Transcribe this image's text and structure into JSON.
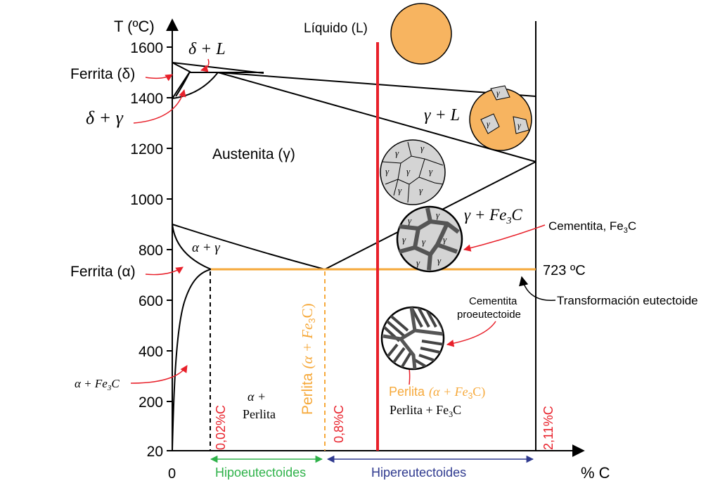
{
  "axes": {
    "y_label": "T (ºC)",
    "x_label": "% C",
    "x_origin": "0",
    "y_ticks": [
      "1600",
      "1400",
      "1200",
      "1000",
      "800",
      "600",
      "400",
      "200",
      "20"
    ]
  },
  "phase_labels": {
    "liquido": "Líquido (L)",
    "delta_l": "δ + L",
    "ferrita_delta": "Ferrita (δ)",
    "delta_gamma": "δ + γ",
    "gamma_l": "γ + L",
    "austenita": "Austenita (γ)",
    "gamma_fe3c": "γ + Fe",
    "alpha_gamma": "α + γ",
    "ferrita_alpha": "Ferrita (α)",
    "alpha_fe3c": "α + Fe",
    "alpha_perlita_1": "α +",
    "alpha_perlita_2": "Perlita",
    "perlita_vertical": "Perlita",
    "perlita_vertical_sub": "(α + Fe",
    "perlita_fe3c": "Perlita + Fe",
    "perlita_micro": "Perlita",
    "perlita_micro_sub": "(α + Fe",
    "sub3": "3",
    "c_close": "C)",
    "c_only": "C"
  },
  "annotations": {
    "cementita": "Cementita, Fe",
    "cementita_pro_1": "Cementita",
    "cementita_pro_2": "proeutectoide",
    "eutectoid_temp": "723 ºC",
    "transformacion": "Transformación eutectoide"
  },
  "compositions": {
    "c002": "0,02%C",
    "c08": "0,8%C",
    "c211": "2,11%C"
  },
  "ranges": {
    "hipo": "Hipoeutectoides",
    "hiper": "Hipereutectoides"
  },
  "grain_label": "γ",
  "colors": {
    "red": "#e8202a",
    "orange": "#f6a93b",
    "orange_fill": "#f7b460",
    "green": "#2fb24a",
    "blue": "#2f3a8f",
    "grain_fill": "#d4d4d4"
  }
}
